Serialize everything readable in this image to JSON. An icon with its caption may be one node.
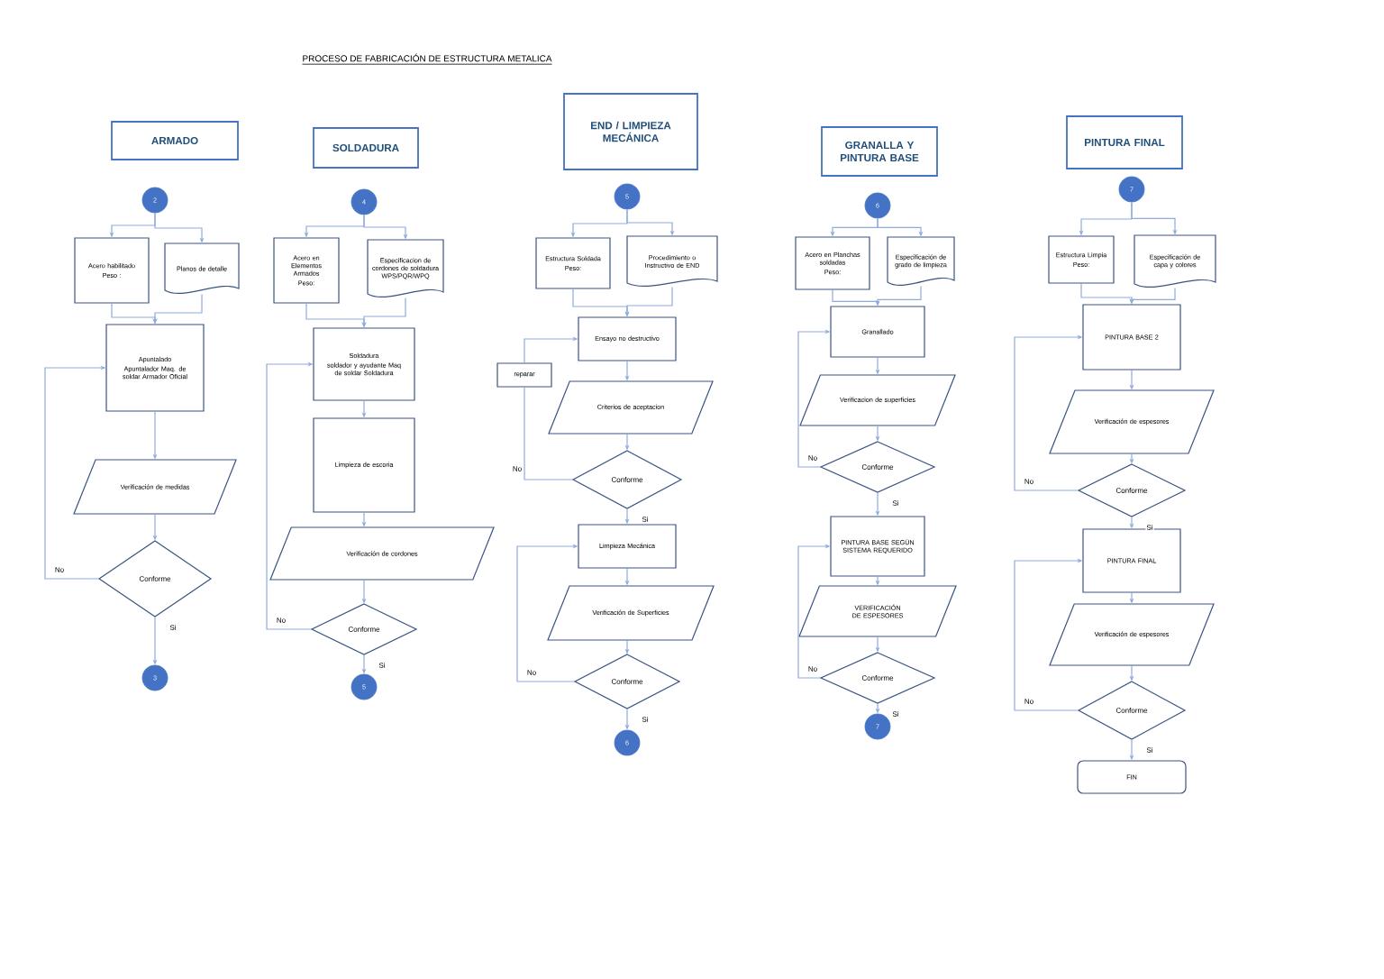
{
  "diagram": {
    "title": "PROCESO DE FABRICACIÓN DE ESTRUCTURA METALICA",
    "nodes": [
      {
        "text": [
          "ARMADO"
        ]
      },
      {
        "text": [
          "2"
        ]
      },
      {
        "text": [
          "Acero habilitado",
          "Peso :"
        ]
      },
      {
        "text": [
          "Planos de detalle"
        ]
      },
      {
        "text": [
          "Apuntalado",
          "Apuntalador Maq. de soldar Armador Oficial"
        ]
      },
      {
        "text": [
          "Verificación de medidas"
        ]
      },
      {
        "text": [
          "Conforme"
        ]
      },
      {
        "text": [
          "3"
        ]
      },
      {
        "text": [
          "SOLDADURA"
        ]
      },
      {
        "text": [
          "4"
        ]
      },
      {
        "text": [
          "Acero en Elementos Armados",
          "Peso:"
        ]
      },
      {
        "text": [
          "Especificacion de cordones de soldadura WPS/PQR/WPQ"
        ]
      },
      {
        "text": [
          "Soldadura",
          "soldador y ayudante Maq de soldar Soldadura"
        ]
      },
      {
        "text": [
          "Limpieza de escoria"
        ]
      },
      {
        "text": [
          "Verificación de cordones"
        ]
      },
      {
        "text": [
          "Conforme"
        ]
      },
      {
        "text": [
          "5"
        ]
      },
      {
        "text": [
          "END / LIMPIEZA MECÁNICA"
        ]
      },
      {
        "text": [
          "5"
        ]
      },
      {
        "text": [
          "Estructura Soldada",
          "Peso:"
        ]
      },
      {
        "text": [
          "Procedimiento o Instructivo de END"
        ]
      },
      {
        "text": [
          "Ensayo no destructivo"
        ]
      },
      {
        "text": [
          "reparar"
        ]
      },
      {
        "text": [
          "Criterios de aceptacion"
        ]
      },
      {
        "text": [
          "Conforme"
        ]
      },
      {
        "text": [
          "Limpieza Mecánica"
        ]
      },
      {
        "text": [
          "Verificación de Superficies"
        ]
      },
      {
        "text": [
          "Conforme"
        ]
      },
      {
        "text": [
          "6"
        ]
      },
      {
        "text": [
          "GRANALLA Y PINTURA BASE"
        ]
      },
      {
        "text": [
          "6"
        ]
      },
      {
        "text": [
          "Acero en Planchas soldadas",
          "Peso:"
        ]
      },
      {
        "text": [
          "Especificación de grado de limpieza"
        ]
      },
      {
        "text": [
          "Granallado"
        ]
      },
      {
        "text": [
          "Verificacion de superficies"
        ]
      },
      {
        "text": [
          "Conforme"
        ]
      },
      {
        "text": [
          "PINTURA BASE SEGÚN SISTEMA REQUERIDO"
        ]
      },
      {
        "text": [
          "VERIFICACIÓN DE ESPESORES"
        ]
      },
      {
        "text": [
          "Conforme"
        ]
      },
      {
        "text": [
          "7"
        ]
      },
      {
        "text": [
          "PINTURA FINAL"
        ]
      },
      {
        "text": [
          "7"
        ]
      },
      {
        "text": [
          "Estructura Limpia",
          "Peso:"
        ]
      },
      {
        "text": [
          "Especificación de capa y colores"
        ]
      },
      {
        "text": [
          "PINTURA BASE 2"
        ]
      },
      {
        "text": [
          "Verificación de espesores"
        ]
      },
      {
        "text": [
          "Conforme"
        ]
      },
      {
        "text": [
          "PINTURA FINAL"
        ]
      },
      {
        "text": [
          "Verificación de espesores"
        ]
      },
      {
        "text": [
          "Conforme"
        ]
      },
      {
        "text": [
          "FIN"
        ]
      }
    ],
    "edges": [
      {
        "from": 1,
        "to": 2,
        "arrow": "to"
      },
      {
        "from": 1,
        "to": 3,
        "arrow": "to"
      },
      {
        "from": 2,
        "to": 4,
        "arrow": "to"
      },
      {
        "from": 3,
        "to": 4,
        "arrow": "to"
      },
      {
        "from": 4,
        "to": 5,
        "arrow": "to"
      },
      {
        "from": 5,
        "to": 6,
        "arrow": "to"
      },
      {
        "from": 6,
        "to": 4,
        "arrow": "to",
        "label": "No"
      },
      {
        "from": 6,
        "to": 7,
        "arrow": "to",
        "label": "Si"
      },
      {
        "from": 9,
        "to": 10,
        "arrow": "to"
      },
      {
        "from": 9,
        "to": 11,
        "arrow": "to"
      },
      {
        "from": 10,
        "to": 12,
        "arrow": "to"
      },
      {
        "from": 11,
        "to": 12,
        "arrow": "to"
      },
      {
        "from": 12,
        "to": 13,
        "arrow": "to"
      },
      {
        "from": 13,
        "to": 14,
        "arrow": "to"
      },
      {
        "from": 14,
        "to": 15,
        "arrow": "to"
      },
      {
        "from": 15,
        "to": 12,
        "arrow": "to",
        "label": "No"
      },
      {
        "from": 15,
        "to": 16,
        "arrow": "to",
        "label": "Si"
      },
      {
        "from": 18,
        "to": 19,
        "arrow": "to"
      },
      {
        "from": 18,
        "to": 20,
        "arrow": "to"
      },
      {
        "from": 19,
        "to": 21,
        "arrow": "to"
      },
      {
        "from": 20,
        "to": 21,
        "arrow": "to"
      },
      {
        "from": 21,
        "to": 23,
        "arrow": "to"
      },
      {
        "from": 23,
        "to": 24,
        "arrow": "to"
      },
      {
        "from": 24,
        "to": 22,
        "arrow": "none",
        "label": "No"
      },
      {
        "from": 22,
        "to": 21,
        "arrow": "to"
      },
      {
        "from": 24,
        "to": 25,
        "arrow": "to",
        "label": "Si"
      },
      {
        "from": 25,
        "to": 26,
        "arrow": "to"
      },
      {
        "from": 26,
        "to": 27,
        "arrow": "to"
      },
      {
        "from": 27,
        "to": 25,
        "arrow": "to",
        "label": "No"
      },
      {
        "from": 27,
        "to": 28,
        "arrow": "to",
        "label": "Si"
      },
      {
        "from": 30,
        "to": 31,
        "arrow": "to"
      },
      {
        "from": 30,
        "to": 32,
        "arrow": "to"
      },
      {
        "from": 31,
        "to": 33,
        "arrow": "to"
      },
      {
        "from": 32,
        "to": 33,
        "arrow": "to"
      },
      {
        "from": 33,
        "to": 34,
        "arrow": "to"
      },
      {
        "from": 34,
        "to": 35,
        "arrow": "to"
      },
      {
        "from": 35,
        "to": 33,
        "arrow": "to",
        "label": "No"
      },
      {
        "from": 35,
        "to": 36,
        "arrow": "to",
        "label": "Si"
      },
      {
        "from": 36,
        "to": 37,
        "arrow": "to"
      },
      {
        "from": 37,
        "to": 38,
        "arrow": "to"
      },
      {
        "from": 38,
        "to": 36,
        "arrow": "to",
        "label": "No"
      },
      {
        "from": 38,
        "to": 39,
        "arrow": "to",
        "label": "Si"
      },
      {
        "from": 41,
        "to": 42,
        "arrow": "to"
      },
      {
        "from": 41,
        "to": 43,
        "arrow": "to"
      },
      {
        "from": 42,
        "to": 44,
        "arrow": "to"
      },
      {
        "from": 43,
        "to": 44,
        "arrow": "to"
      },
      {
        "from": 44,
        "to": 45,
        "arrow": "to"
      },
      {
        "from": 45,
        "to": 46,
        "arrow": "to"
      },
      {
        "from": 46,
        "to": 44,
        "arrow": "to",
        "label": "No"
      },
      {
        "from": 46,
        "to": 47,
        "arrow": "to",
        "label": "Si"
      },
      {
        "from": 47,
        "to": 48,
        "arrow": "to"
      },
      {
        "from": 48,
        "to": 49,
        "arrow": "to"
      },
      {
        "from": 49,
        "to": 47,
        "arrow": "to",
        "label": "No"
      },
      {
        "from": 49,
        "to": 50,
        "arrow": "to",
        "label": "Si"
      }
    ]
  }
}
